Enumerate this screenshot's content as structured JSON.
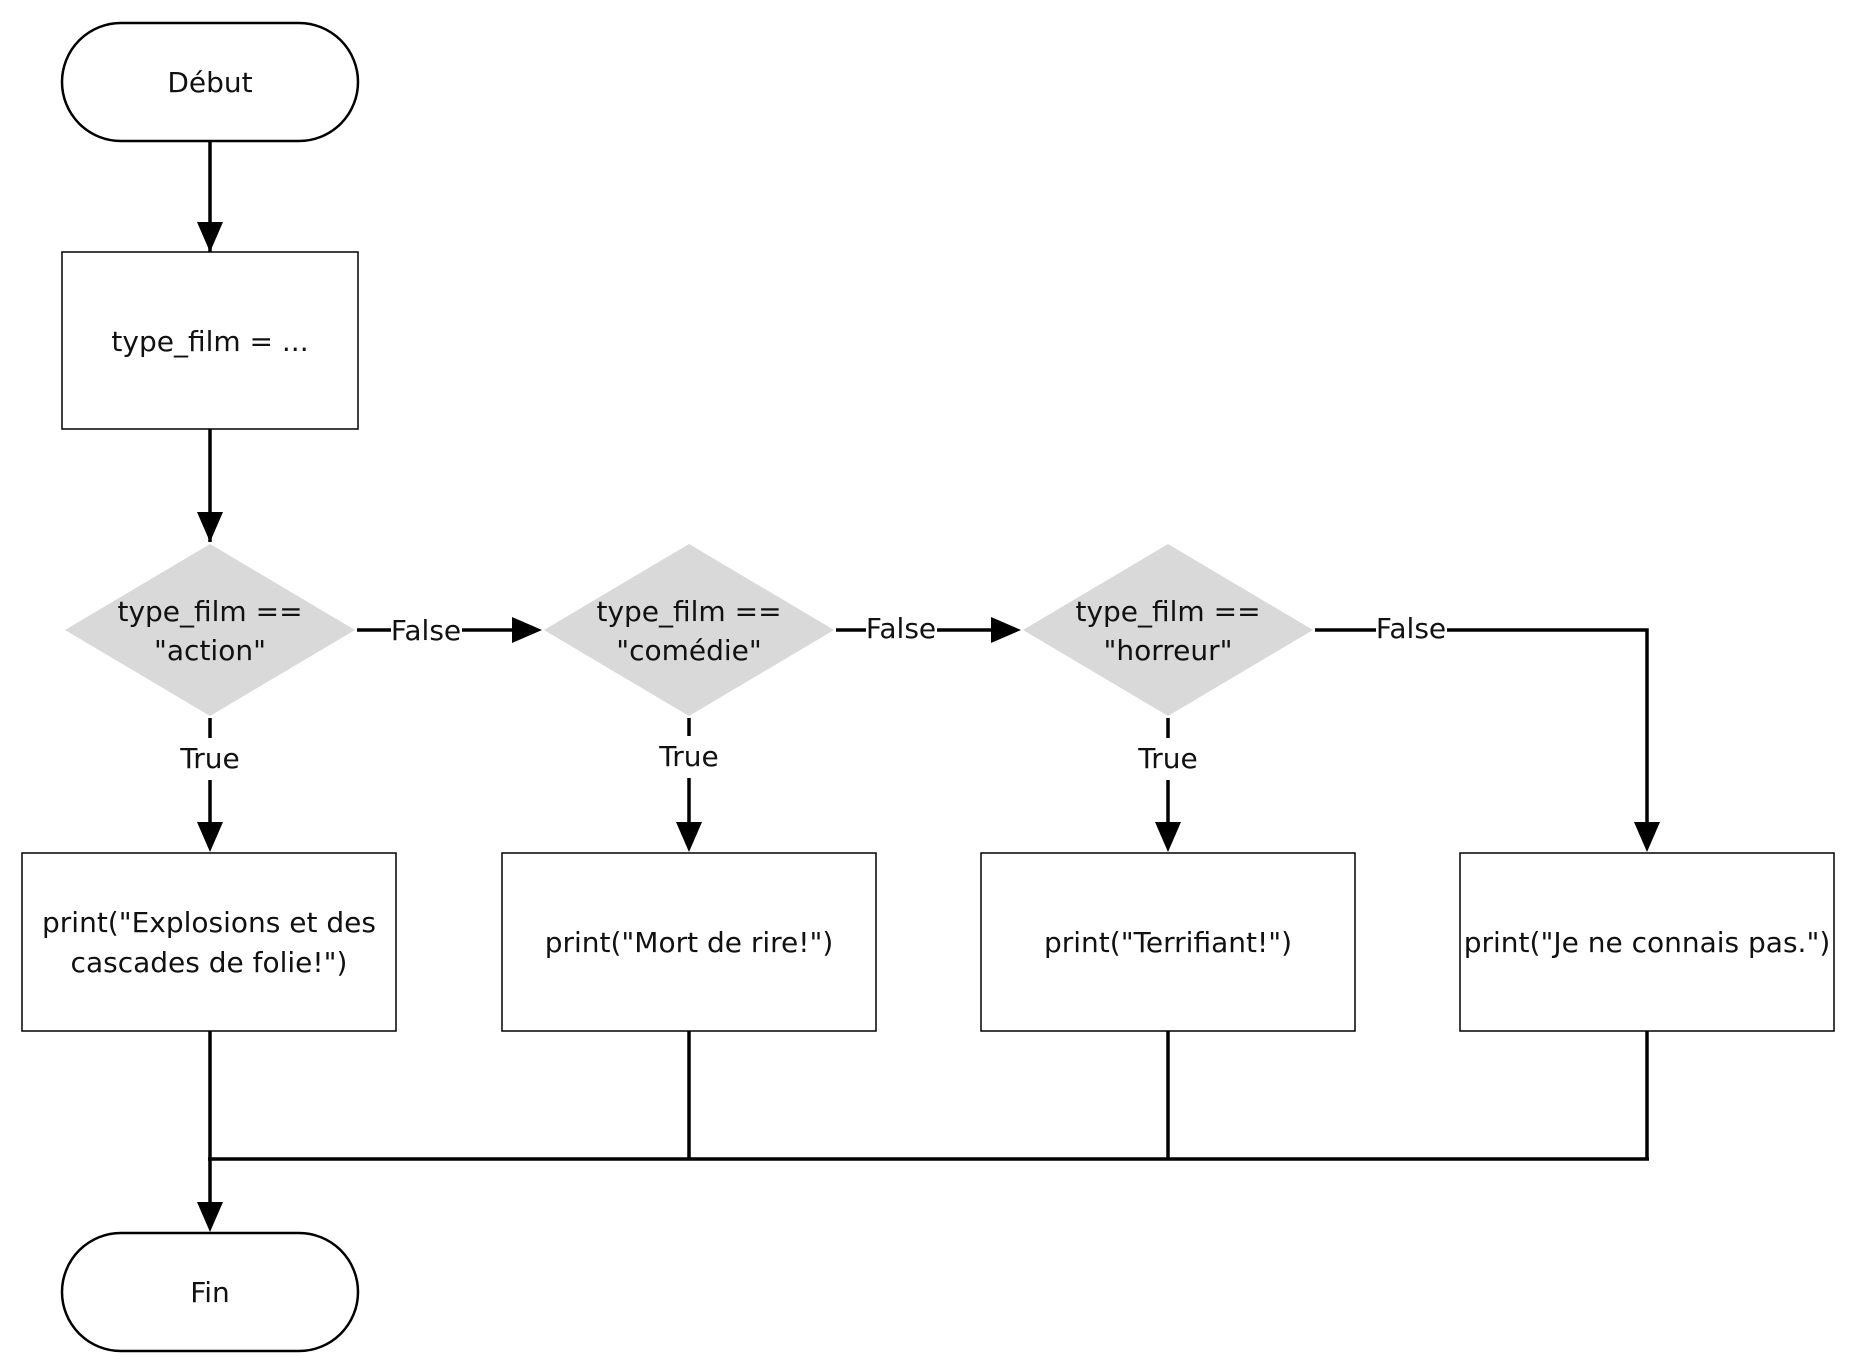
{
  "nodes": {
    "start": {
      "label": "Début"
    },
    "assign": {
      "label": "type_film = ..."
    },
    "dec_action": {
      "line1": "type_film ==",
      "line2": "\"action\""
    },
    "dec_comedie": {
      "line1": "type_film ==",
      "line2": "\"comédie\""
    },
    "dec_horreur": {
      "line1": "type_film ==",
      "line2": "\"horreur\""
    },
    "print_action": {
      "line1": "print(\"Explosions et des",
      "line2": "cascades de folie!\")"
    },
    "print_comedie": {
      "label": "print(\"Mort de rire!\")"
    },
    "print_horreur": {
      "label": "print(\"Terrifiant!\")"
    },
    "print_default": {
      "label": "print(\"Je ne connais pas.\")"
    },
    "end": {
      "label": "Fin"
    }
  },
  "edge_labels": {
    "false": "False",
    "true": "True"
  },
  "colors": {
    "stroke": "#000000",
    "decision_fill": "#d9d9d9",
    "box_fill": "#ffffff"
  }
}
